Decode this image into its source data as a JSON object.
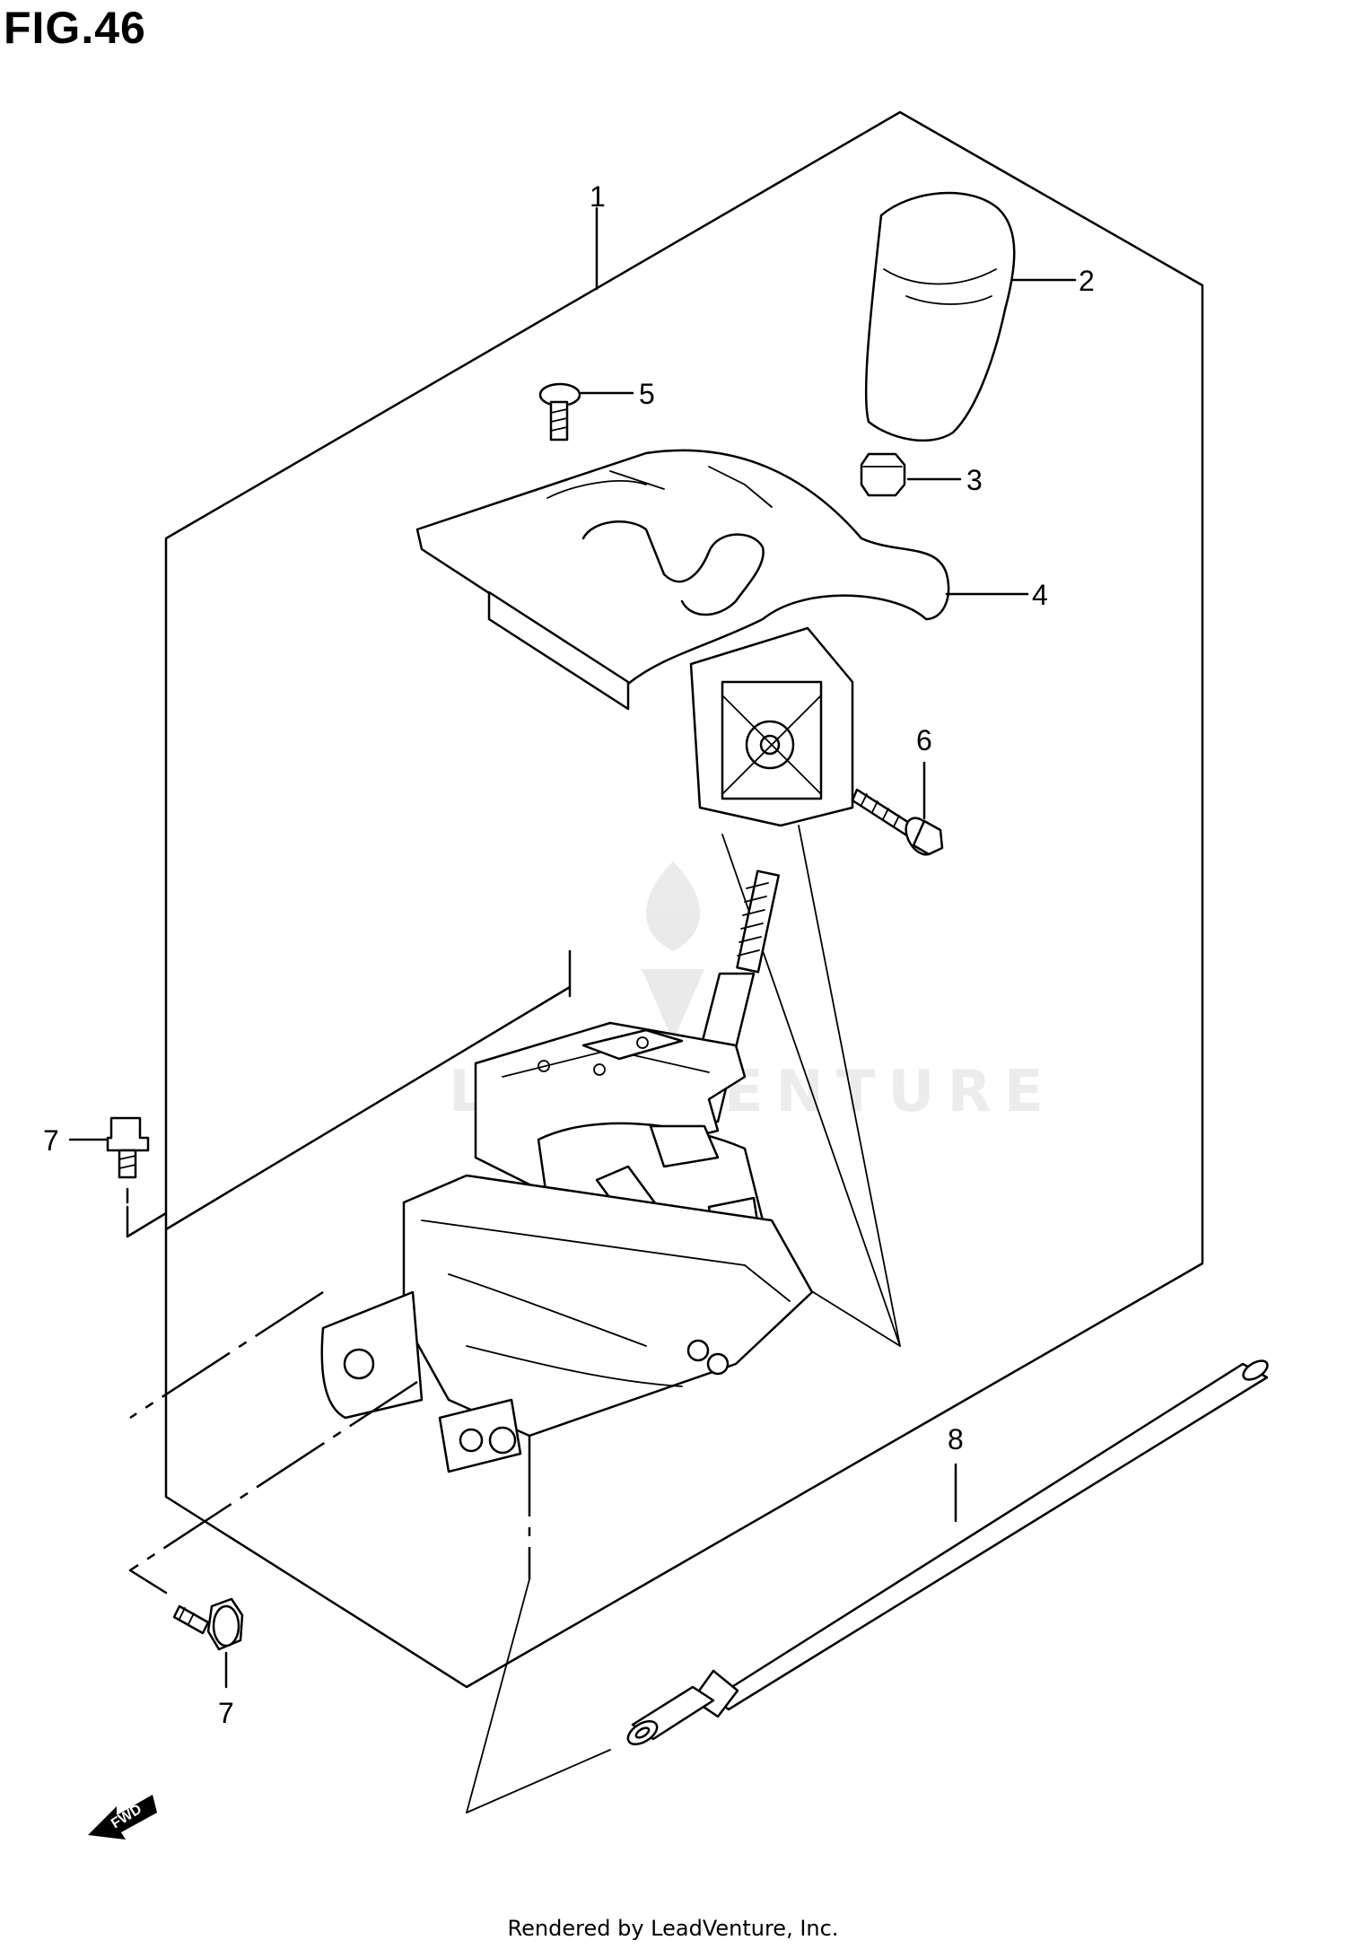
{
  "figure": {
    "title": "FIG.46"
  },
  "callouts": {
    "c1": "1",
    "c2": "2",
    "c3": "3",
    "c4": "4",
    "c5": "5",
    "c6": "6",
    "c7a": "7",
    "c7b": "7",
    "c8": "8"
  },
  "fwd_label": "FWD",
  "watermark": "LEADVENTURE",
  "footer": "Rendered by LeadVenture, Inc."
}
